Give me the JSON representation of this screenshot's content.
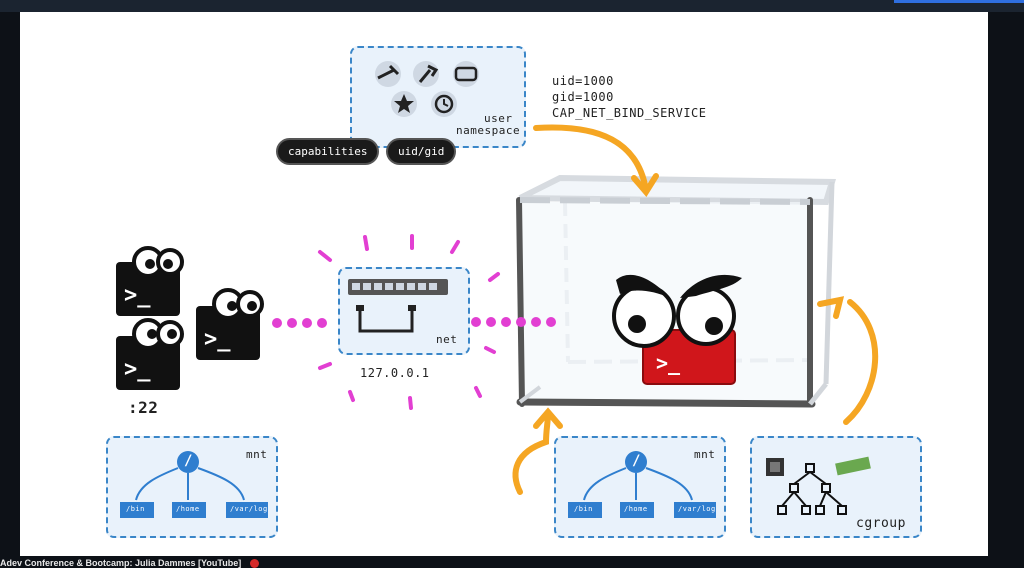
{
  "user_namespace": {
    "label_line1": "user",
    "label_line2": "namespace"
  },
  "pills": {
    "capabilities": "capabilities",
    "uid_gid": "uid/gid"
  },
  "ids_text": {
    "uid": "uid=1000",
    "gid": "gid=1000",
    "cap": "CAP_NET_BIND_SERVICE"
  },
  "net": {
    "label": "net",
    "ip": "127.0.0.1"
  },
  "port": ":22",
  "mnt_left": {
    "label": "mnt",
    "root": "/",
    "dirs": [
      "/bin",
      "/home",
      "/var/log"
    ]
  },
  "mnt_right": {
    "label": "mnt",
    "root": "/",
    "dirs": [
      "/bin",
      "/home",
      "/var/log"
    ]
  },
  "cgroup": {
    "label": "cgroup"
  },
  "caption": "Adev Conference & Bootcamp: Julia Dammes [YouTube]",
  "colors": {
    "ns_border": "#3a86c8",
    "ns_fill": "#e9f2fb",
    "arrow": "#f5a623",
    "dots": "#e23fd2",
    "container_red": "#d0161b"
  }
}
